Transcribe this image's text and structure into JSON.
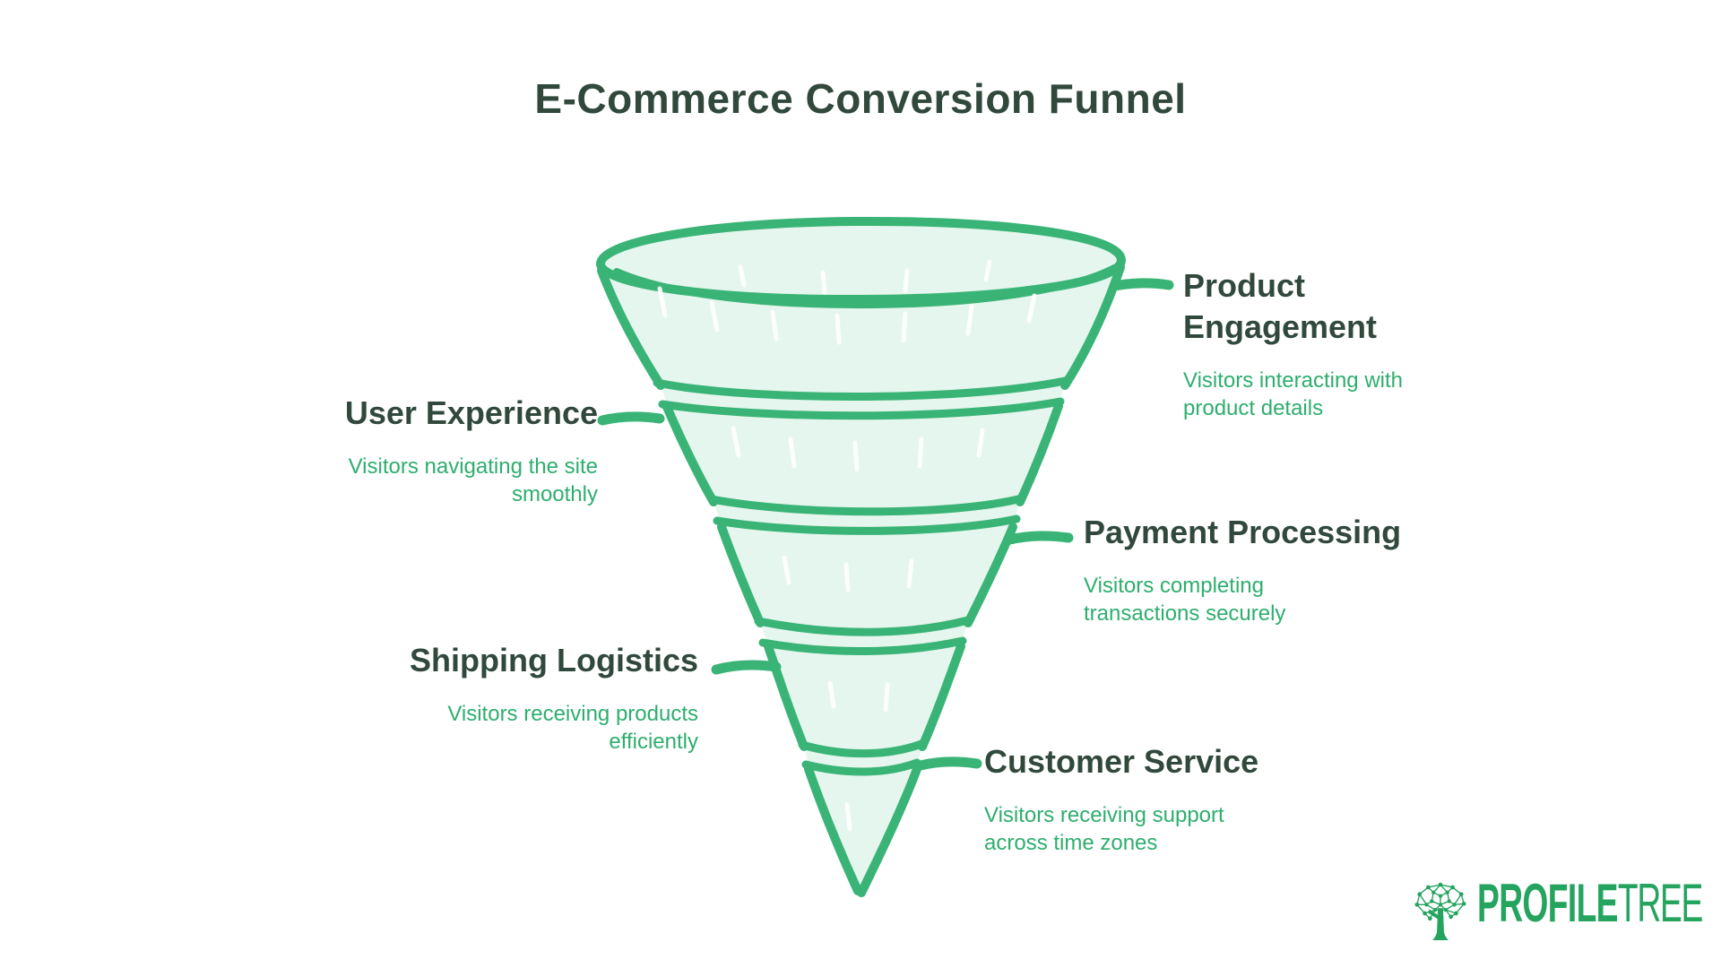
{
  "title": "E-Commerce Conversion Funnel",
  "stages": [
    {
      "name": "Product\nEngagement",
      "description": "Visitors interacting with\nproduct details",
      "side": "right"
    },
    {
      "name": "User Experience",
      "description": "Visitors navigating the site\nsmoothly",
      "side": "left"
    },
    {
      "name": "Payment Processing",
      "description": "Visitors completing\ntransactions securely",
      "side": "right"
    },
    {
      "name": "Shipping Logistics",
      "description": "Visitors receiving products\nefficiently",
      "side": "left"
    },
    {
      "name": "Customer Service",
      "description": "Visitors receiving support\nacross time zones",
      "side": "right"
    }
  ],
  "branding": {
    "logo_text_bold": "PROFILE",
    "logo_text_light": "TREE",
    "logo_icon": "network-tree-icon"
  },
  "colors": {
    "background": "#FFFFFF",
    "title_text": "#31493C",
    "stage_name_text": "#31493C",
    "stage_description_text": "#2EAE6E",
    "funnel_stroke": "#39B476",
    "funnel_fill": "#E5F6EE",
    "logo_green": "#24A45F"
  }
}
